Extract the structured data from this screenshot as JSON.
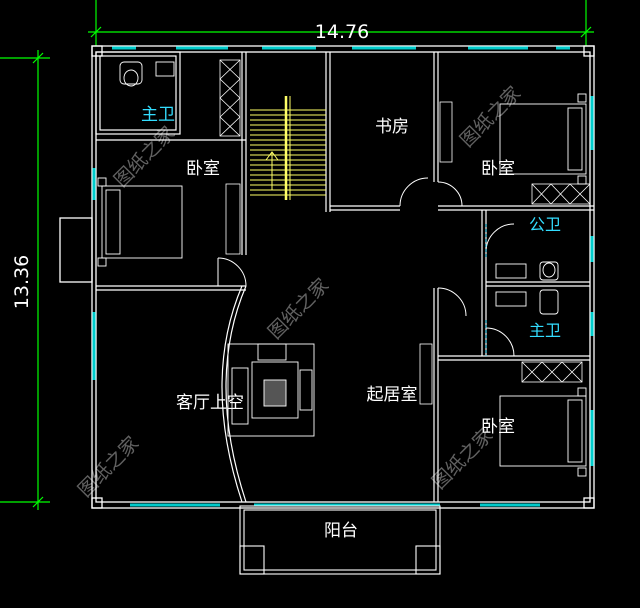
{
  "dimensions": {
    "width_label": "14.76",
    "height_label": "13.36"
  },
  "rooms": {
    "master_bath_top_left": "主卫",
    "bedroom_left": "卧室",
    "study": "书房",
    "bedroom_top_right": "卧室",
    "public_bath": "公卫",
    "master_bath_right": "主卫",
    "living_void": "客厅上空",
    "family_room": "起居室",
    "bedroom_bottom_right": "卧室",
    "balcony": "阳台"
  },
  "watermark": "图纸之家",
  "colors": {
    "background": "#000000",
    "wall": "#ffffff",
    "dimension": "#00ff00",
    "window": "#00cccc",
    "stairs": "#ffff66",
    "bath_label": "#33ddff",
    "room_label": "#ffffff"
  }
}
